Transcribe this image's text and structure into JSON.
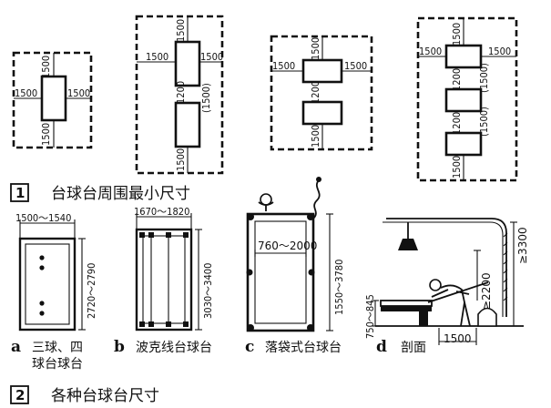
{
  "fig1": {
    "number": "1",
    "title": "台球台周围最小尺寸",
    "d1500": "1500",
    "d1200": "1200",
    "d1500p": "(1500)"
  },
  "fig2": {
    "number": "2",
    "title": "各种台球台尺寸",
    "a": {
      "letter": "a",
      "caption1": "三球、四",
      "caption2": "球台球台",
      "width": "1500～1540",
      "length": "2720～2790"
    },
    "b": {
      "letter": "b",
      "caption": "波克线台球台",
      "width": "1670～1820",
      "length": "3030～3400"
    },
    "c": {
      "letter": "c",
      "caption": "落袋式台球台",
      "width": "760～2000",
      "length": "1550～3780"
    },
    "d": {
      "letter": "d",
      "caption": "剖面",
      "height_table": "750～845",
      "width": "1500",
      "height_lamp": "≥2200",
      "height_ceiling": "≥3300"
    }
  }
}
